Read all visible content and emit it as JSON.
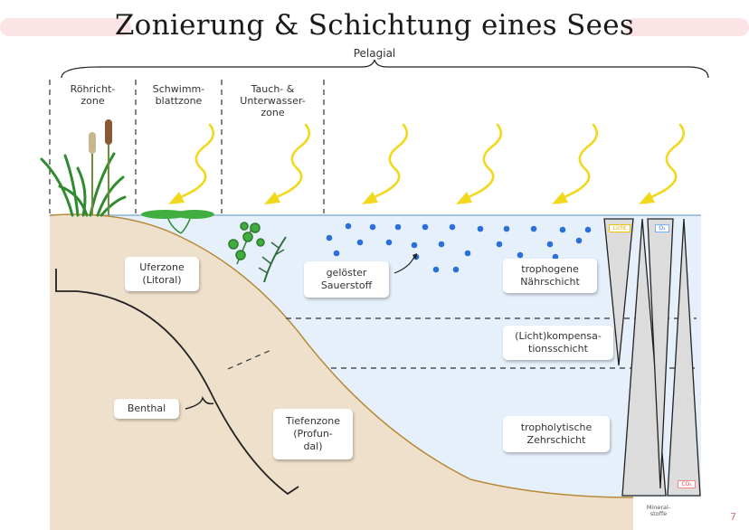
{
  "title": "Zonierung & Schichtung eines Sees",
  "pelagial_label": "Pelagial",
  "zones": [
    {
      "line1": "Röhricht-",
      "line2": "zone",
      "line3": ""
    },
    {
      "line1": "Schwimm-",
      "line2": "blattzone",
      "line3": ""
    },
    {
      "line1": "Tauch- &",
      "line2": "Unterwasser-",
      "line3": "zone"
    }
  ],
  "labels": {
    "uferzone": {
      "line1": "Uferzone",
      "line2": "(Litoral)"
    },
    "benthal": "Benthal",
    "tiefenzone": {
      "line1": "Tiefenzone",
      "line2": "(Profun-",
      "line3": "dal)"
    },
    "sauerstoff": {
      "line1": "gelöster",
      "line2": "Sauerstoff"
    },
    "trophogene": {
      "line1": "trophogene",
      "line2": "Nährschicht"
    },
    "kompensation": {
      "line1": "(Licht)kompensa-",
      "line2": "tionsschicht"
    },
    "tropholytische": {
      "line1": "tropholytische",
      "line2": "Zehrschicht"
    }
  },
  "gradient_labels": {
    "licht": "Licht",
    "o2": "O₂",
    "co2": "CO₂",
    "mineral_line1": "Mineral-",
    "mineral_line2": "stoffe"
  },
  "page_number": "7",
  "colors": {
    "water": "#e6f0fb",
    "sediment": "#efe0cc",
    "shore_line": "#b78a3a",
    "sun_ray": "#f2d81b",
    "oxygen_dot": "#2a6fdb",
    "plant_green": "#2e8b2e",
    "title_band": "#fbe3e6"
  },
  "icons": [
    "sun-ray-icon",
    "reed-icon",
    "cattail-icon",
    "lily-pad-icon",
    "underwater-plant-icon",
    "arrow-icon"
  ]
}
